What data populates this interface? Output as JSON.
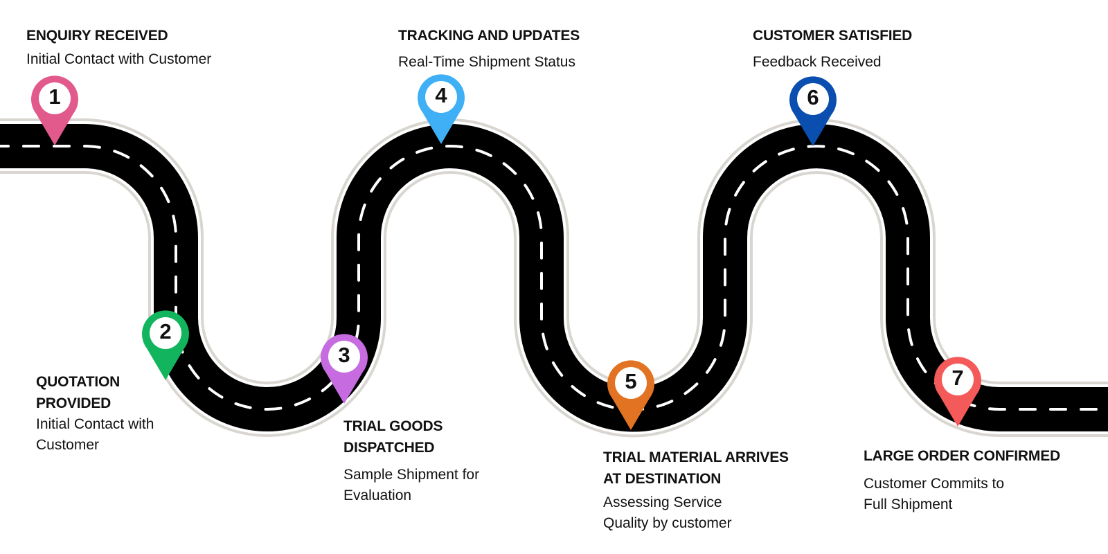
{
  "diagram": {
    "type": "roadmap",
    "road_color": "#000000",
    "road_edge_color": "#d9d6d1",
    "lane_marking_color": "#ffffff"
  },
  "steps": [
    {
      "number": "1",
      "title": "ENQUIRY RECEIVED",
      "description": "Initial Contact with Customer",
      "color": "#e25a8b"
    },
    {
      "number": "2",
      "title": "QUOTATION\nPROVIDED",
      "description": "Initial Contact with\nCustomer",
      "color": "#12b55d"
    },
    {
      "number": "3",
      "title": "TRIAL GOODS\nDISPATCHED",
      "description": "Sample Shipment for\nEvaluation",
      "color": "#c76be0"
    },
    {
      "number": "4",
      "title": "TRACKING AND UPDATES",
      "description": "Real-Time Shipment Status",
      "color": "#3fb0f5"
    },
    {
      "number": "5",
      "title": "TRIAL MATERIAL ARRIVES\nAT DESTINATION",
      "description": "Assessing Service\nQuality by customer",
      "color": "#e27322"
    },
    {
      "number": "6",
      "title": "CUSTOMER SATISFIED",
      "description": "Feedback Received",
      "color": "#0a4fb0"
    },
    {
      "number": "7",
      "title": "LARGE ORDER CONFIRMED",
      "description": "Customer Commits to\nFull Shipment",
      "color": "#f45a5a"
    }
  ]
}
